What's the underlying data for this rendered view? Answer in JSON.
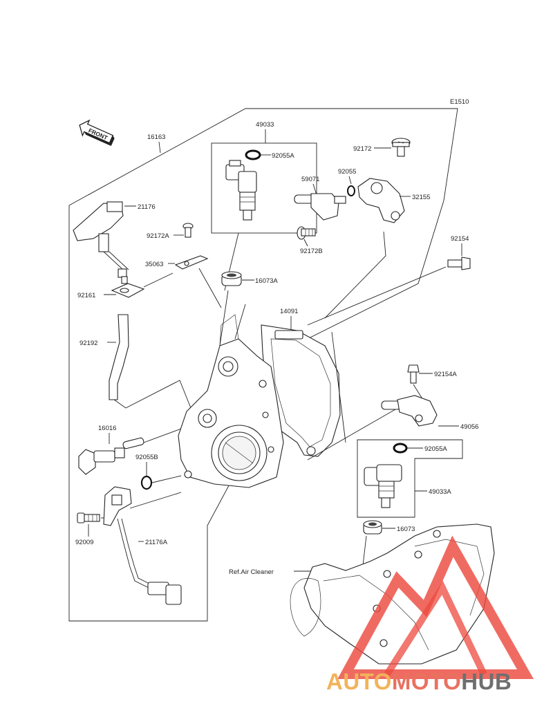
{
  "diagram": {
    "code": "E1510",
    "front_label": "FRONT",
    "ref_note": "Ref.Air Cleaner",
    "parts": {
      "p16163": "16163",
      "p49033": "49033",
      "p92055A_top": "92055A",
      "p92172": "92172",
      "p92055": "92055",
      "p59071": "59071",
      "p32155": "32155",
      "p21176": "21176",
      "p92172A": "92172A",
      "p92172B": "92172B",
      "p35063": "35063",
      "p16073A": "16073A",
      "p92154": "92154",
      "p92161": "92161",
      "p14091": "14091",
      "p92192": "92192",
      "p92154A": "92154A",
      "p49056": "49056",
      "p16016": "16016",
      "p92055B": "92055B",
      "p92055A_bottom": "92055A",
      "p49033A": "49033A",
      "p92009": "92009",
      "p21176A": "21176A",
      "p16073": "16073"
    }
  },
  "watermark": {
    "word_a": "AUTO",
    "word_b": "MOTO",
    "word_c": "HUB",
    "color_a": "#f2b35a",
    "color_b": "#e9725f",
    "color_c": "#6f6f6f",
    "triangle_color": "#ec4a3f"
  }
}
